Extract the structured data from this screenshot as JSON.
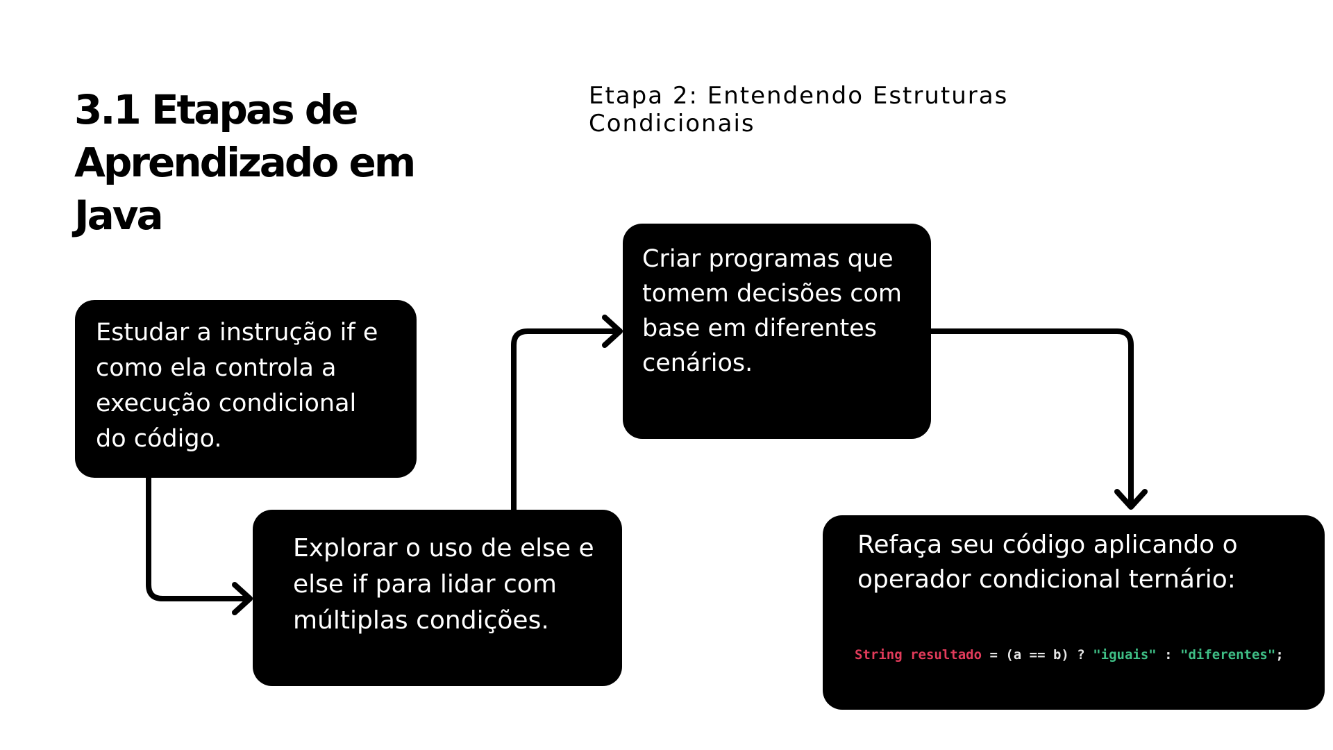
{
  "title": {
    "lines": [
      "3.1 Etapas de",
      "Aprendizado em",
      "Java"
    ]
  },
  "subtitle": {
    "lines": [
      "Etapa 2: Entendendo Estruturas",
      "Condicionais"
    ]
  },
  "steps": [
    {
      "lines": [
        "Estudar a instrução if e",
        "como ela controla a",
        "execução condicional",
        "do código."
      ]
    },
    {
      "lines": [
        "Explorar o uso de else e",
        "else if para lidar com",
        "múltiplas condições."
      ]
    },
    {
      "lines": [
        "Criar programas que",
        "tomem decisões com",
        "base em diferentes",
        "cenários."
      ]
    },
    {
      "lines": [
        "Refaça seu código aplicando o",
        "operador condicional ternário:"
      ],
      "code": {
        "type_and_var": "String resultado",
        "assign": " = (a == b) ? ",
        "str1": "\"iguais\"",
        "sep": " : ",
        "str2": "\"diferentes\"",
        "end": ";"
      }
    }
  ],
  "colors": {
    "box_background": "#000000",
    "box_text": "#ffffff",
    "code_keyword": "#e23b5b",
    "code_string": "#3fbf86",
    "connector": "#000000"
  },
  "icons": [
    "arrow-right-icon",
    "arrow-right-icon",
    "arrow-down-icon"
  ]
}
